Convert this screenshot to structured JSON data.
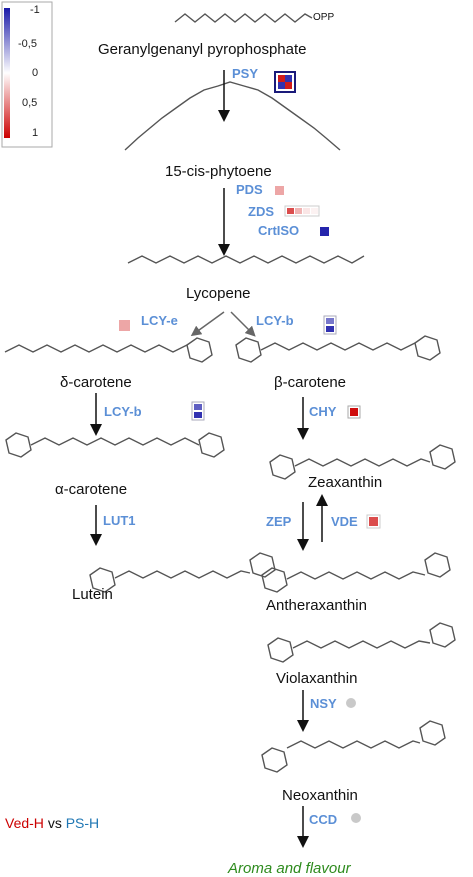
{
  "legend": {
    "ticks": [
      "-1",
      "-0,5",
      "0",
      "0,5",
      "1"
    ],
    "colors": {
      "negative": "#1a1aa8",
      "positive": "#cc0000",
      "neutral": "#ffffff"
    }
  },
  "compounds": {
    "ggpp": "Geranylgenanyl  pyrophosphate",
    "opp": "OPP",
    "phytoene": "15-cis-phytoene",
    "lycopene": "Lycopene",
    "delta_carotene": "δ-carotene",
    "beta_carotene": "β-carotene",
    "alpha_carotene": "α-carotene",
    "zeaxanthin": "Zeaxanthin",
    "lutein": "Lutein",
    "antheraxanthin": "Antheraxanthin",
    "violaxanthin": "Violaxanthin",
    "neoxanthin": "Neoxanthin",
    "aroma": "Aroma and flavour"
  },
  "enzymes": {
    "psy": "PSY",
    "pds": "PDS",
    "zds": "ZDS",
    "crtiso": "CrtISO",
    "lcy_e": "LCY-e",
    "lcy_b_1": "LCY-b",
    "lcy_b_2": "LCY-b",
    "chy": "CHY",
    "lut1": "LUT1",
    "zep": "ZEP",
    "vde": "VDE",
    "nsy": "NSY",
    "ccd": "CCD"
  },
  "comparison": {
    "group1": "Ved-H",
    "vs": "vs",
    "group2": "PS-H",
    "group1_color": "#cc0000",
    "group2_color": "#1f77b4"
  },
  "expression_values": {
    "psy": [
      0.9,
      -0.9,
      -0.9,
      0.9
    ],
    "pds": [
      0.35
    ],
    "zds": [
      0.7,
      0.3,
      0.1,
      0.05
    ],
    "crtiso": [
      -0.95
    ],
    "lcy_e": [
      0.35
    ],
    "lcy_b_1": [
      -0.6,
      -0.9
    ],
    "lcy_b_2": [
      -0.7,
      -0.9
    ],
    "chy": [
      0.95
    ],
    "vde": [
      0.7
    ],
    "nsy": "not detected",
    "ccd": "not detected"
  }
}
